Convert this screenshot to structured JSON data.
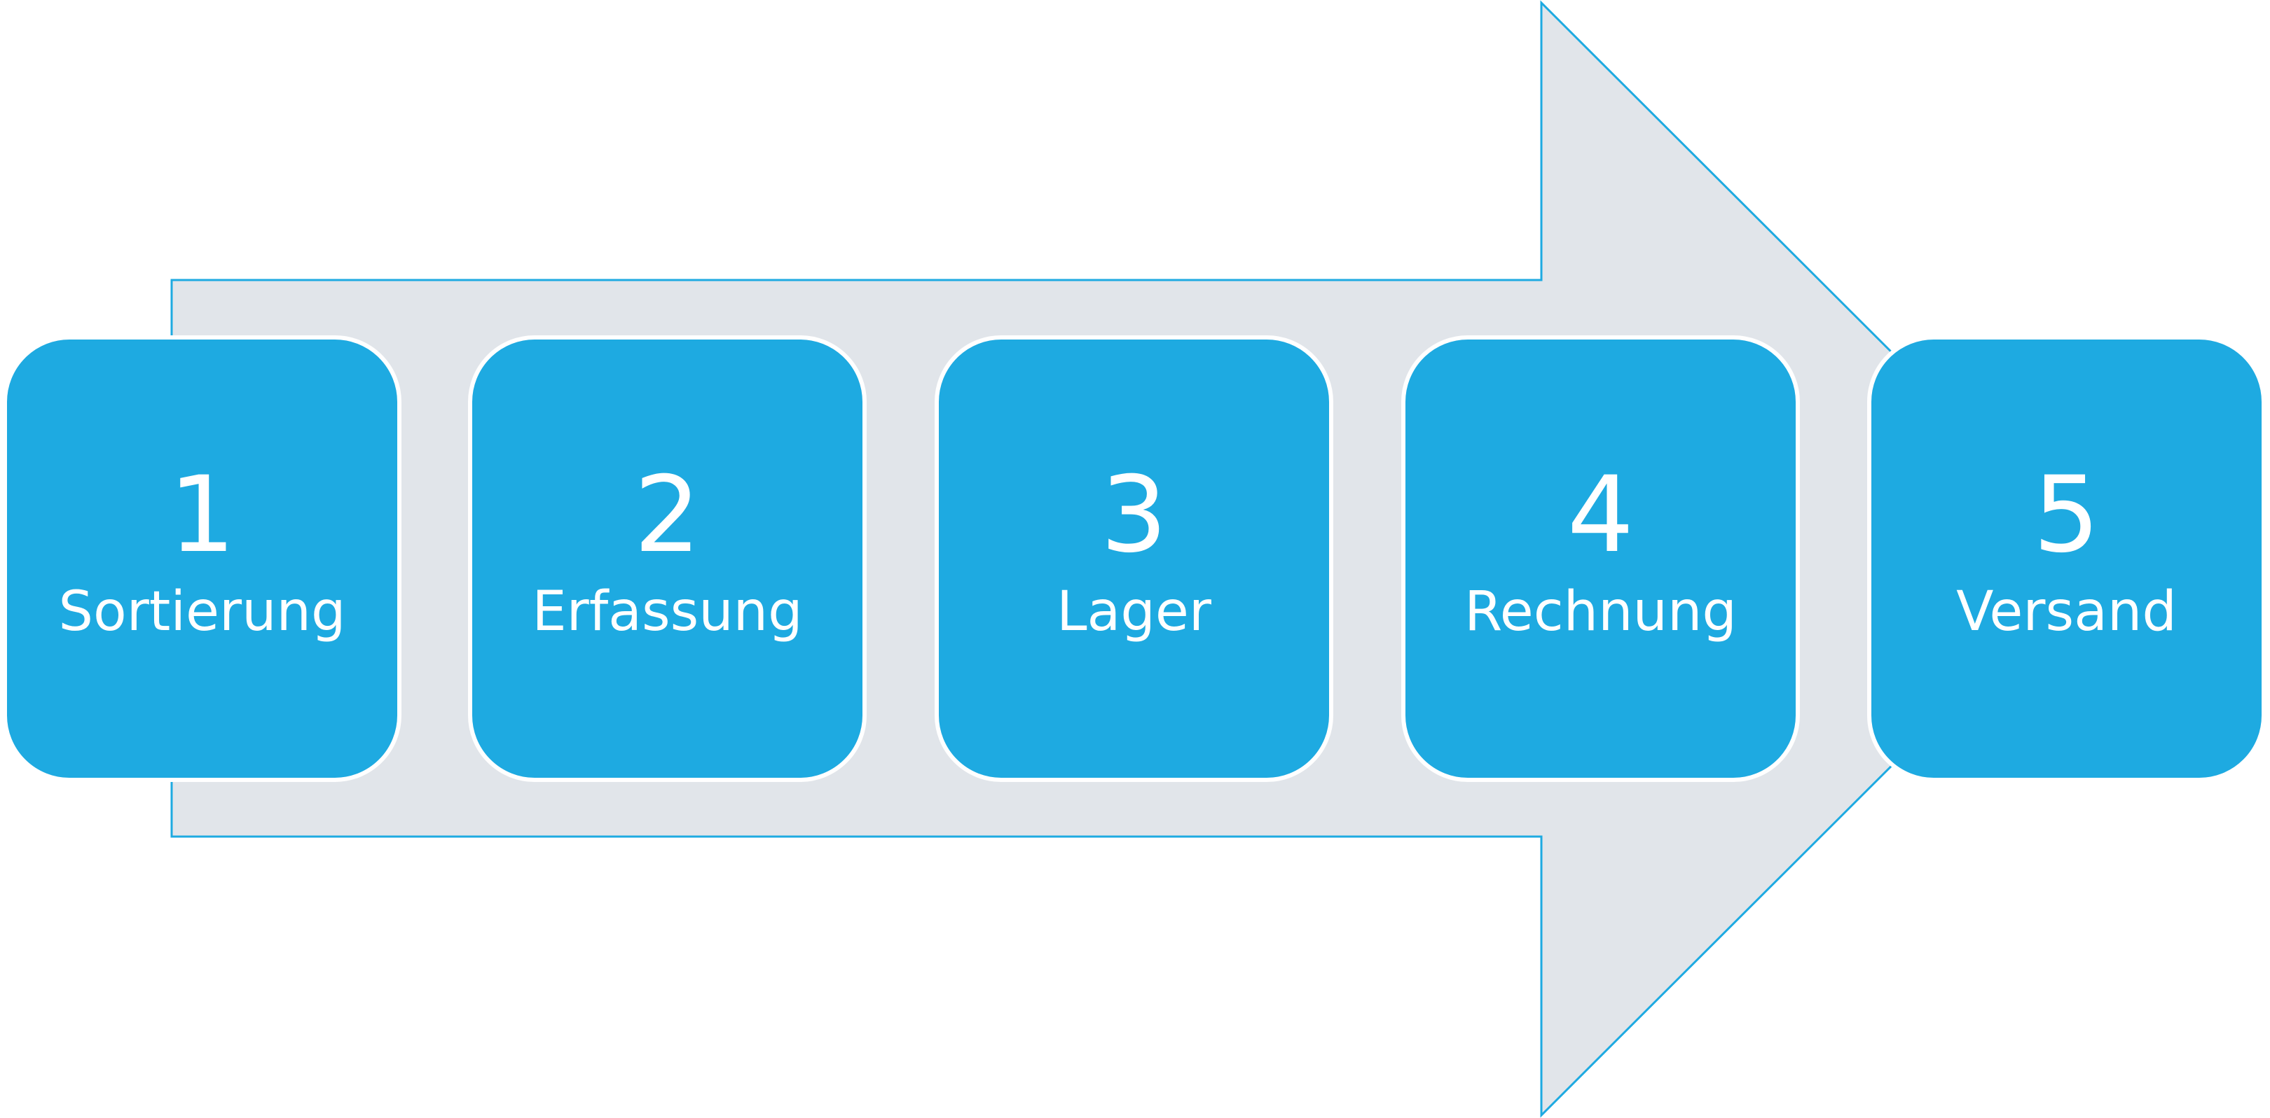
{
  "colors": {
    "box_fill": "#1EAAE1",
    "box_border": "#FFFFFF",
    "arrow_fill": "#E1E5EA",
    "arrow_stroke": "#1EAAE1",
    "text": "#FFFFFF"
  },
  "process": {
    "steps": [
      {
        "number": "1",
        "label": "Sortierung"
      },
      {
        "number": "2",
        "label": "Erfassung"
      },
      {
        "number": "3",
        "label": "Lager"
      },
      {
        "number": "4",
        "label": "Rechnung"
      },
      {
        "number": "5",
        "label": "Versand"
      }
    ]
  }
}
